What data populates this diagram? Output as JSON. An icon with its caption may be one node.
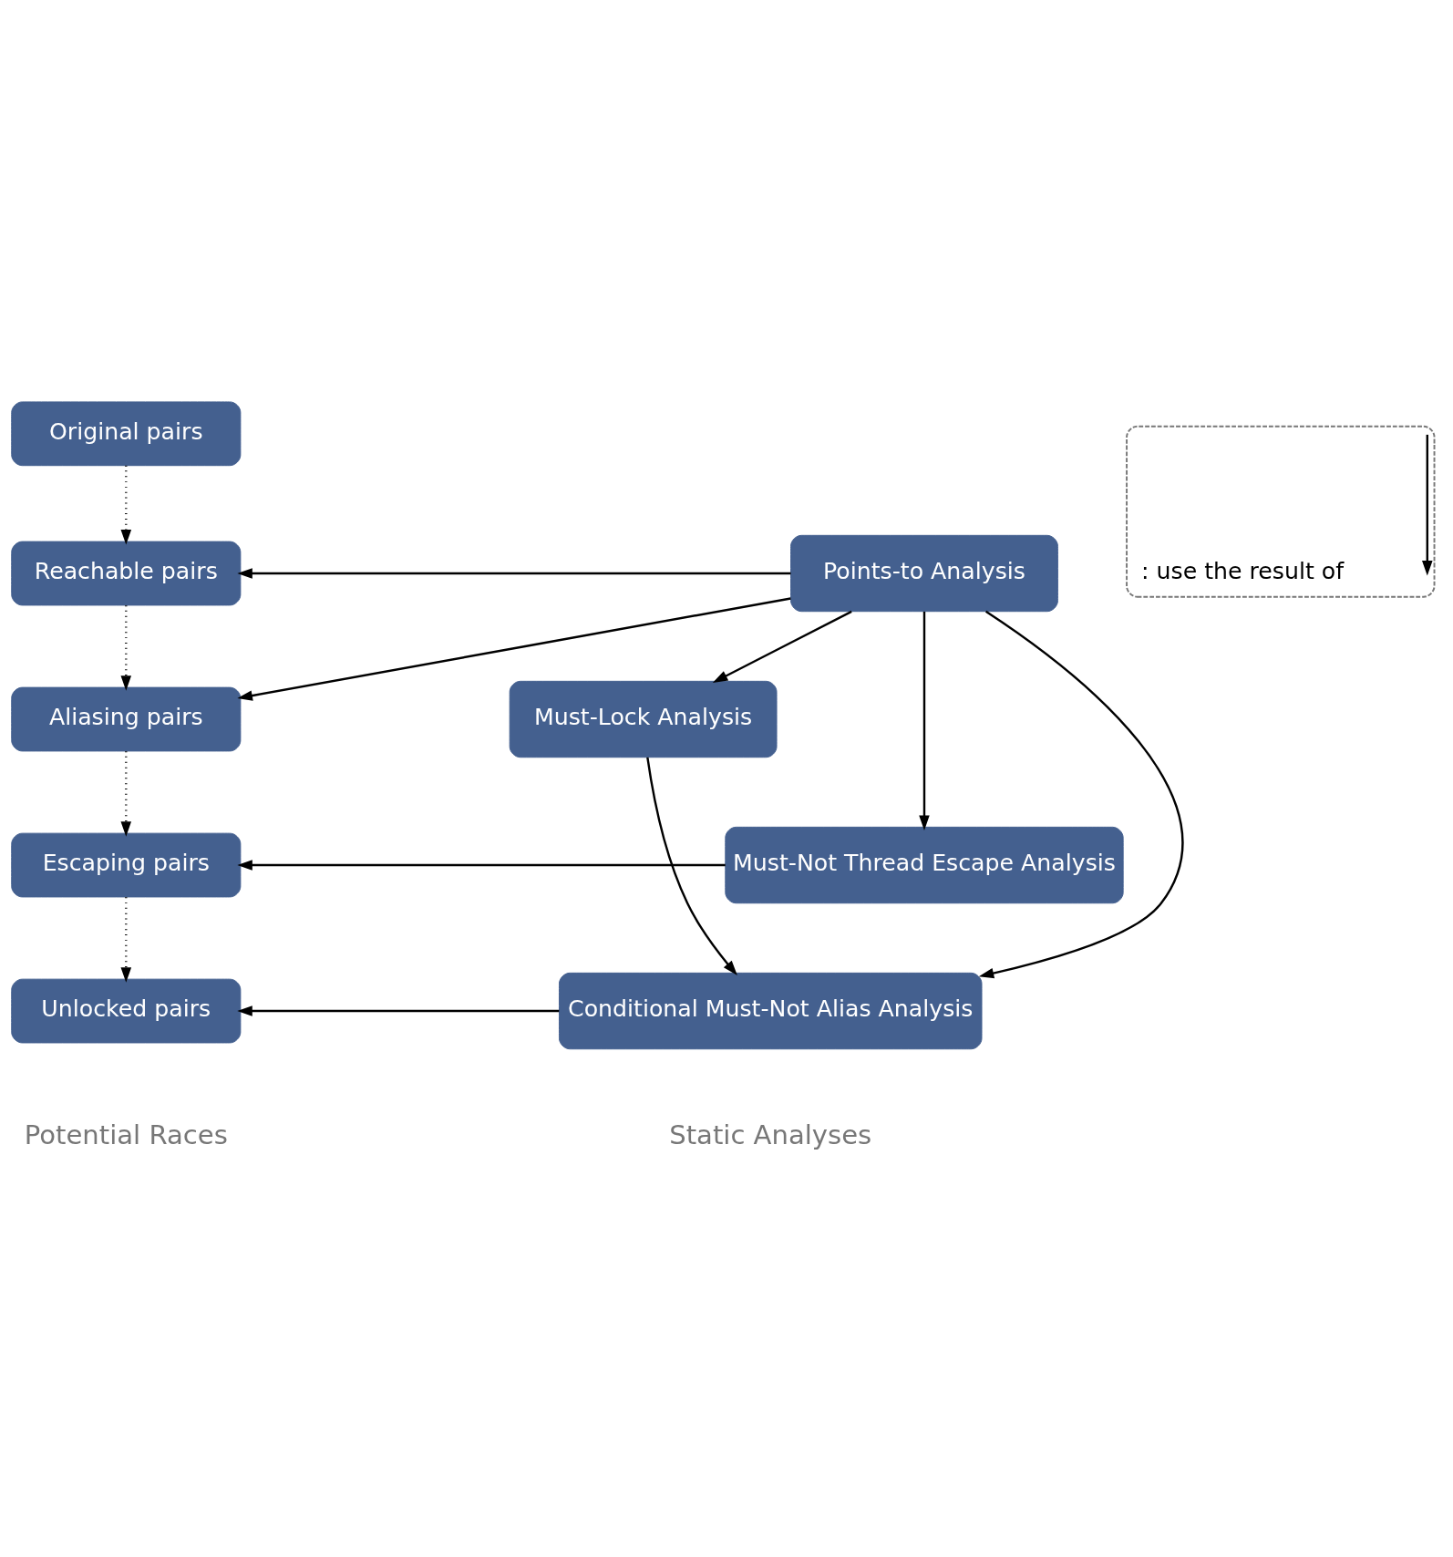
{
  "diagram": {
    "nodes": [
      {
        "text": [
          "Original pairs"
        ]
      },
      {
        "text": [
          "Reachable pairs"
        ]
      },
      {
        "text": [
          "Aliasing pairs"
        ]
      },
      {
        "text": [
          "Escaping pairs"
        ]
      },
      {
        "text": [
          "Unlocked pairs"
        ]
      },
      {
        "text": [
          "Points-to Analysis"
        ]
      },
      {
        "text": [
          "Must-Lock Analysis"
        ]
      },
      {
        "text": [
          "Must-Not Thread Escape Analysis"
        ]
      },
      {
        "text": [
          "Conditional Must-Not Alias Analysis"
        ]
      },
      {
        "text": [],
        "shape": "box"
      }
    ],
    "edges": [
      {
        "from": 0,
        "to": 1,
        "arrow": "to",
        "style": "dashed"
      },
      {
        "from": 1,
        "to": 2,
        "arrow": "to",
        "style": "dashed"
      },
      {
        "from": 2,
        "to": 3,
        "arrow": "to",
        "style": "dashed"
      },
      {
        "from": 3,
        "to": 4,
        "arrow": "to",
        "style": "dashed"
      },
      {
        "from": 5,
        "to": 1,
        "arrow": "to"
      },
      {
        "from": 5,
        "to": 2,
        "arrow": "to"
      },
      {
        "from": 7,
        "to": 3,
        "arrow": "to"
      },
      {
        "from": 8,
        "to": 4,
        "arrow": "to"
      },
      {
        "from": 5,
        "to": 6,
        "arrow": "to"
      },
      {
        "from": 5,
        "to": 7,
        "arrow": "to"
      },
      {
        "from": 5,
        "to": 8,
        "arrow": "to"
      },
      {
        "from": 6,
        "to": 8,
        "arrow": "to"
      }
    ],
    "labels": [
      "Potential Races",
      "Static Analyses"
    ],
    "legend": [
      {
        "text": ": use the result of"
      }
    ]
  }
}
